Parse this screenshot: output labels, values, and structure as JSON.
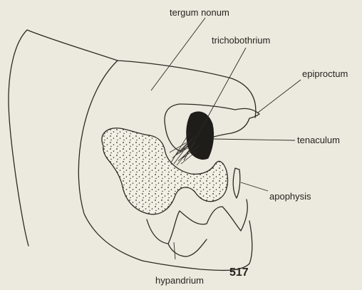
{
  "labels": {
    "tergum_nonum": "tergum nonum",
    "trichobothrium": "trichobothrium",
    "epiproctum": "epiproctum",
    "tenaculum": "tenaculum",
    "apophysis": "apophysis",
    "hypandrium": "hypandrium"
  },
  "figure_number": "517",
  "colors": {
    "background": "#ece9de",
    "ink": "#2c2a25",
    "tenaculum_fill": "#1f1d1a",
    "stipple_fill": "#f2efe4"
  }
}
